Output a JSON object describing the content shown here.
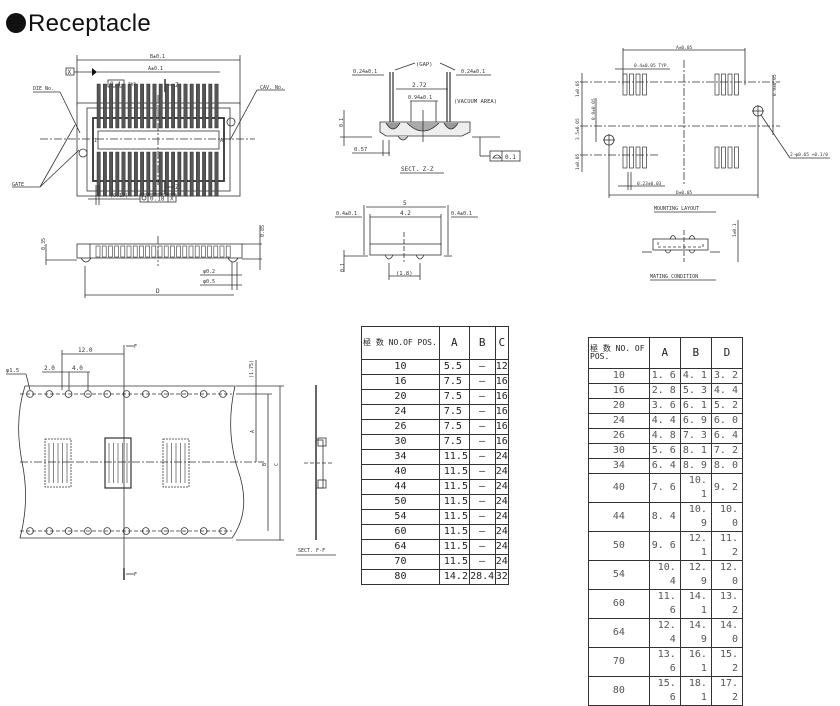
{
  "title": "Receptacle",
  "top_view": {
    "dims": {
      "B": "B±0.1",
      "A": "A±0.1",
      "pitch": "0.4",
      "pitch_typ": "TYP",
      "offset": "(0.17)",
      "position_tol": "0.18",
      "datum": "X"
    },
    "labels": {
      "die_no": "DIE No.",
      "cav_no": "CAV. No.",
      "gate": "GATE",
      "section": "Z",
      "pin1": "1",
      "pinA": "A"
    }
  },
  "side_view": {
    "dims": {
      "height_left": "0.35",
      "height_right": "0.85",
      "boss1": "φ0.2",
      "boss2": "φ0.5",
      "D": "D"
    }
  },
  "section_zz": {
    "title": "SECT. Z-Z",
    "gap": "(GAP)",
    "gap_left": "0.24±0.1",
    "gap_right": "0.24±0.1",
    "width_272": "2.72",
    "vacuum_width": "0.94±0.1",
    "vacuum_label": "(VACUUM AREA)",
    "h01": "0.1",
    "d057": "0.57",
    "coplanarity": "0.1"
  },
  "end_view": {
    "overall": "5",
    "body": "4.2",
    "left": "0.4±0.1",
    "right": "0.4±0.1",
    "height": "0.1",
    "boss_pitch": "(1.8)"
  },
  "mounting_layout": {
    "title": "MOUNTING LAYOUT",
    "A": "A±0.05",
    "pitch": "0.4±0.05 TYP.",
    "pad_len_top": "1±0.05",
    "pad_len_bot": "1±0.05",
    "hole_offset": "0.8±0.05",
    "row_span": "3.5±0.05",
    "hole_right": "0.9±0.05",
    "pad_w": "0.23±0.03",
    "D": "D±0.05",
    "holes": "2-φ0.65 +0.1/0"
  },
  "mating_condition": {
    "title": "MATING CONDITION",
    "height": "1±0.1"
  },
  "tape": {
    "pitch": "12.0",
    "hole_pitch": "4.0",
    "hole_offset": "2.0",
    "hole_dia": "φ1.5",
    "edge": "(1.75)",
    "A": "A",
    "B": "B",
    "C": "C",
    "section": "F",
    "section_title": "SECT. F-F"
  },
  "table_tape": {
    "headers": [
      "極 数 NO.OF POS.",
      "A",
      "B",
      "C"
    ],
    "rows": [
      [
        "10",
        "5.5",
        "–",
        "12"
      ],
      [
        "16",
        "7.5",
        "–",
        "16"
      ],
      [
        "20",
        "7.5",
        "–",
        "16"
      ],
      [
        "24",
        "7.5",
        "–",
        "16"
      ],
      [
        "26",
        "7.5",
        "–",
        "16"
      ],
      [
        "30",
        "7.5",
        "–",
        "16"
      ],
      [
        "34",
        "11.5",
        "–",
        "24"
      ],
      [
        "40",
        "11.5",
        "–",
        "24"
      ],
      [
        "44",
        "11.5",
        "–",
        "24"
      ],
      [
        "50",
        "11.5",
        "–",
        "24"
      ],
      [
        "54",
        "11.5",
        "–",
        "24"
      ],
      [
        "60",
        "11.5",
        "–",
        "24"
      ],
      [
        "64",
        "11.5",
        "–",
        "24"
      ],
      [
        "70",
        "11.5",
        "–",
        "24"
      ],
      [
        "80",
        "14.2",
        "28.4",
        "32"
      ]
    ]
  },
  "table_dims": {
    "headers": [
      "極 数 NO. OF POS.",
      "A",
      "B",
      "D"
    ],
    "rows": [
      [
        "10",
        "1. 6",
        "4. 1",
        "3. 2"
      ],
      [
        "16",
        "2. 8",
        "5. 3",
        "4. 4"
      ],
      [
        "20",
        "3. 6",
        "6. 1",
        "5. 2"
      ],
      [
        "24",
        "4. 4",
        "6. 9",
        "6. 0"
      ],
      [
        "26",
        "4. 8",
        "7. 3",
        "6. 4"
      ],
      [
        "30",
        "5. 6",
        "8. 1",
        "7. 2"
      ],
      [
        "34",
        "6. 4",
        "8. 9",
        "8. 0"
      ],
      [
        "40",
        "7. 6",
        "10. 1",
        "9. 2"
      ],
      [
        "44",
        "8. 4",
        "10. 9",
        "10. 0"
      ],
      [
        "50",
        "9. 6",
        "12. 1",
        "11. 2"
      ],
      [
        "54",
        "10. 4",
        "12. 9",
        "12. 0"
      ],
      [
        "60",
        "11. 6",
        "14. 1",
        "13. 2"
      ],
      [
        "64",
        "12. 4",
        "14. 9",
        "14. 0"
      ],
      [
        "70",
        "13. 6",
        "16. 1",
        "15. 2"
      ],
      [
        "80",
        "15. 6",
        "18. 1",
        "17. 2"
      ]
    ]
  }
}
